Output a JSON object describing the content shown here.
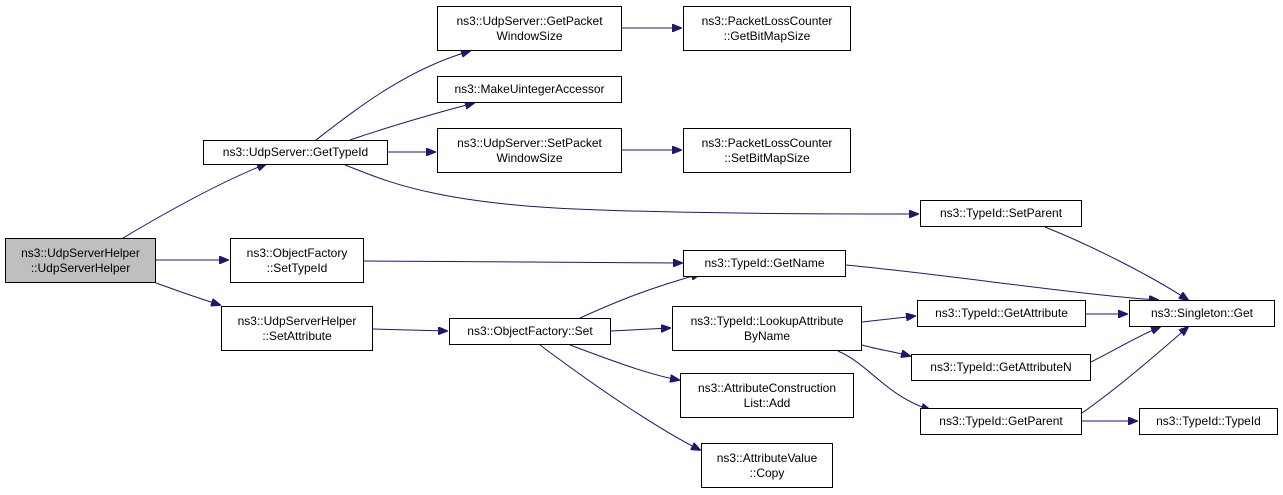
{
  "diagram": {
    "edge_color": "#191970",
    "root_fill": "#bfbfbf",
    "nodes": {
      "udpserverhelper_ctor": [
        "ns3::UdpServerHelper",
        "::UdpServerHelper"
      ],
      "udpserver_gettypeid": [
        "ns3::UdpServer::GetTypeId"
      ],
      "objectfactory_settypeid": [
        "ns3::ObjectFactory",
        "::SetTypeId"
      ],
      "udpserverhelper_setattribute": [
        "ns3::UdpServerHelper",
        "::SetAttribute"
      ],
      "udpserver_getpacketwindowsize": [
        "ns3::UdpServer::GetPacket",
        "WindowSize"
      ],
      "makeuintegeraccessor": [
        "ns3::MakeUintegerAccessor"
      ],
      "udpserver_setpacketwindowsize": [
        "ns3::UdpServer::SetPacket",
        "WindowSize"
      ],
      "objectfactory_set": [
        "ns3::ObjectFactory::Set"
      ],
      "packetlosscounter_getbitmapsize": [
        "ns3::PacketLossCounter",
        "::GetBitMapSize"
      ],
      "packetlosscounter_setbitmapsize": [
        "ns3::PacketLossCounter",
        "::SetBitMapSize"
      ],
      "typeid_setparent": [
        "ns3::TypeId::SetParent"
      ],
      "typeid_getname": [
        "ns3::TypeId::GetName"
      ],
      "typeid_lookupattributebyname": [
        "ns3::TypeId::LookupAttribute",
        "ByName"
      ],
      "attributeconstructionlist_add": [
        "ns3::AttributeConstruction",
        "List::Add"
      ],
      "attributevalue_copy": [
        "ns3::AttributeValue",
        "::Copy"
      ],
      "typeid_getattribute": [
        "ns3::TypeId::GetAttribute"
      ],
      "typeid_getattributen": [
        "ns3::TypeId::GetAttributeN"
      ],
      "typeid_getparent": [
        "ns3::TypeId::GetParent"
      ],
      "singleton_get": [
        "ns3::Singleton::Get"
      ],
      "typeid_typeid": [
        "ns3::TypeId::TypeId"
      ]
    },
    "edges": [
      [
        "udpserverhelper_ctor",
        "udpserver_gettypeid"
      ],
      [
        "udpserverhelper_ctor",
        "objectfactory_settypeid"
      ],
      [
        "udpserverhelper_ctor",
        "udpserverhelper_setattribute"
      ],
      [
        "udpserver_gettypeid",
        "udpserver_getpacketwindowsize"
      ],
      [
        "udpserver_gettypeid",
        "makeuintegeraccessor"
      ],
      [
        "udpserver_gettypeid",
        "udpserver_setpacketwindowsize"
      ],
      [
        "udpserver_gettypeid",
        "typeid_setparent"
      ],
      [
        "udpserver_getpacketwindowsize",
        "packetlosscounter_getbitmapsize"
      ],
      [
        "udpserver_setpacketwindowsize",
        "packetlosscounter_setbitmapsize"
      ],
      [
        "typeid_setparent",
        "singleton_get"
      ],
      [
        "objectfactory_settypeid",
        "typeid_getname"
      ],
      [
        "typeid_getname",
        "singleton_get"
      ],
      [
        "udpserverhelper_setattribute",
        "objectfactory_set"
      ],
      [
        "objectfactory_set",
        "typeid_getname"
      ],
      [
        "objectfactory_set",
        "typeid_lookupattributebyname"
      ],
      [
        "objectfactory_set",
        "attributeconstructionlist_add"
      ],
      [
        "objectfactory_set",
        "attributevalue_copy"
      ],
      [
        "typeid_lookupattributebyname",
        "typeid_getattribute"
      ],
      [
        "typeid_lookupattributebyname",
        "typeid_getattributen"
      ],
      [
        "typeid_lookupattributebyname",
        "typeid_getparent"
      ],
      [
        "typeid_getattribute",
        "singleton_get"
      ],
      [
        "typeid_getattributen",
        "singleton_get"
      ],
      [
        "typeid_getparent",
        "singleton_get"
      ],
      [
        "typeid_getparent",
        "typeid_typeid"
      ]
    ]
  }
}
